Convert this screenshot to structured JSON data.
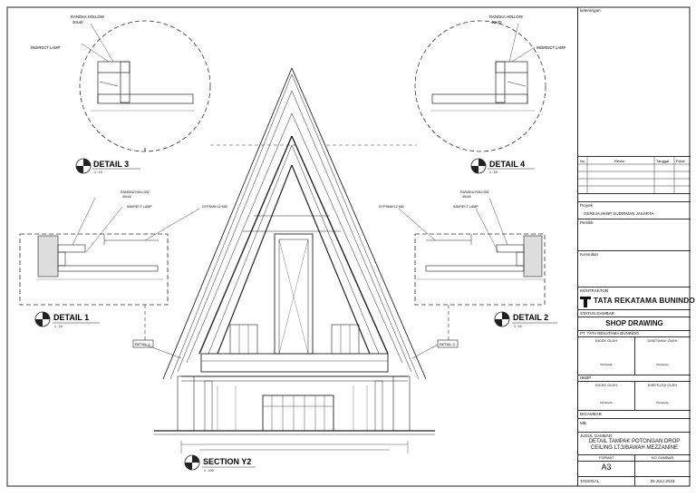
{
  "drawing": {
    "section_title": "SECTION Y2",
    "section_scale": "1 : 100",
    "details": [
      {
        "title": "DETAIL 1",
        "scale": "1 : 10"
      },
      {
        "title": "DETAIL 2",
        "scale": "1 : 10"
      },
      {
        "title": "DETAIL 3",
        "scale": "1 : 10"
      },
      {
        "title": "DETAIL 4",
        "scale": "1 : 10"
      }
    ],
    "callout_rangka": "RANGKA HOLLOW",
    "callout_rangka_size": "40x40",
    "callout_lamp": "INDIRECT LAMP",
    "callout_gypsum": "GYPSUM 12 MM",
    "tag_detail1": "DETAIL 1",
    "tag_detail2": "DETAIL 2"
  },
  "title_block": {
    "keterangan": "keterangan",
    "revision_headers": [
      "No",
      "Revisi",
      "Tanggal",
      "Paraf"
    ],
    "proyek_label": "Proyek",
    "proyek_value": "GEREJA HKBP SUDIRMAN JAKARTA",
    "pemilik_label": "Pemilik",
    "konsultan_label": "Konsultan",
    "kontraktor_label": "KONTRAKTOR",
    "company": "TATA REKATAMA BUNINDO",
    "status_label": "STATUS GAMBAR",
    "status_value": "SHOP DRAWING",
    "pt_line": "PT.  TATA REKATAMA BUNINDO",
    "dicek_oleh": "DICEK OLEH",
    "diketahui_oleh": "DIKETAHUI OLEH",
    "tanggal_small": "TANGGAL",
    "hkbp_label": "HKBP",
    "disetujui_oleh": "DISETUJUI OLEH",
    "digambar_label": "DIGAMBAR",
    "digambar_value": "MB",
    "judul_label": "JUDUL GAMBAR",
    "judul_value": "DETAIL TAMPAK POTONGAN DROP CEILING LT.3/BAWAH MEZZANINE",
    "format_label": "FORMAT",
    "no_gambar_label": "NO GAMBAR",
    "format_value": "A3",
    "tanggal_label": "TANGGAL",
    "tanggal_value": "26 JULI 2023"
  }
}
